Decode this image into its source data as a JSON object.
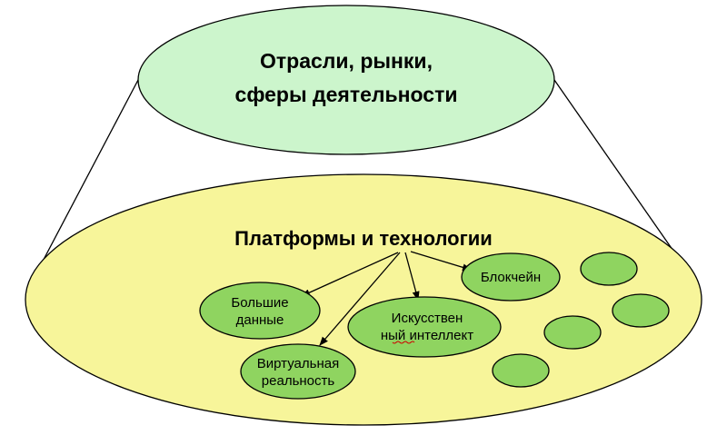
{
  "top": {
    "line1": "Отрасли, рынки,",
    "line2": "сферы деятельности"
  },
  "base": {
    "title": "Платформы и технологии"
  },
  "nodes": {
    "big_data": {
      "line1": "Большие",
      "line2": "данные"
    },
    "vr": {
      "line1": "Виртуальная",
      "line2": "реальность"
    },
    "ai": {
      "line1": "Искусствен",
      "line2": "ный интеллект"
    },
    "blockchain": {
      "line1": "Блокчейн"
    }
  },
  "colors": {
    "top_fill": "#ccf5cc",
    "base_fill": "#f7f59a",
    "node_fill": "#8fd460",
    "outline": "#000000"
  }
}
